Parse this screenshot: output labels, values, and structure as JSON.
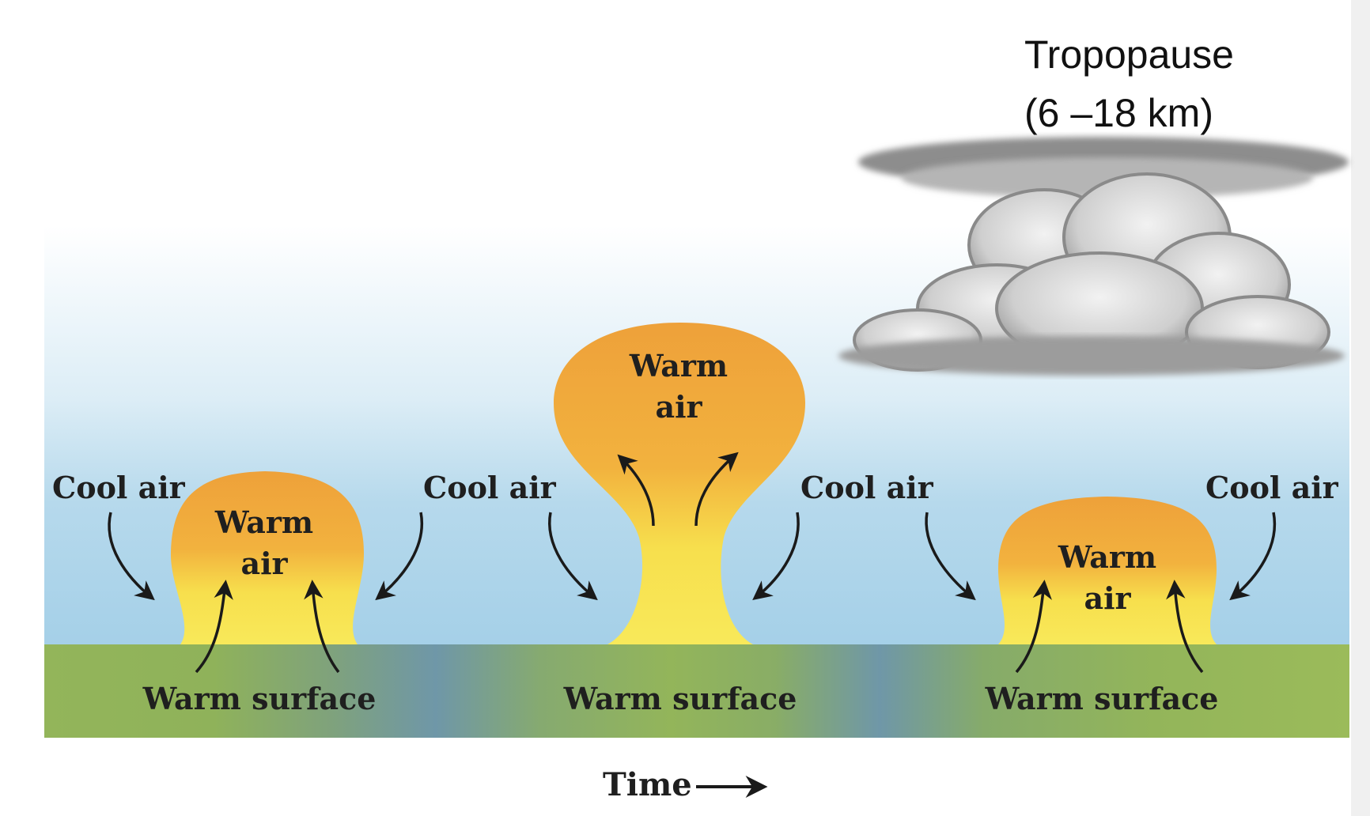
{
  "tropopause": {
    "line1": "Tropopause",
    "line2": "(6 –18 km)"
  },
  "cool_air": [
    "Cool air",
    "Cool air",
    "Cool air",
    "Cool air"
  ],
  "plumes": [
    {
      "line1": "Warm",
      "line2": "air"
    },
    {
      "line1": "Warm",
      "line2": "air"
    },
    {
      "line1": "Warm",
      "line2": "air"
    }
  ],
  "surfaces": [
    "Warm surface",
    "Warm surface",
    "Warm surface"
  ],
  "time_label": "Time",
  "colors": {
    "sky_blue": "#a9d3ea",
    "warm_orange": "#eea33a",
    "warm_yellow": "#f6e24e",
    "ground_green": "#8fb25a",
    "ground_blue": "#6e96a8",
    "cloud_gray": "#9a9a9a"
  }
}
